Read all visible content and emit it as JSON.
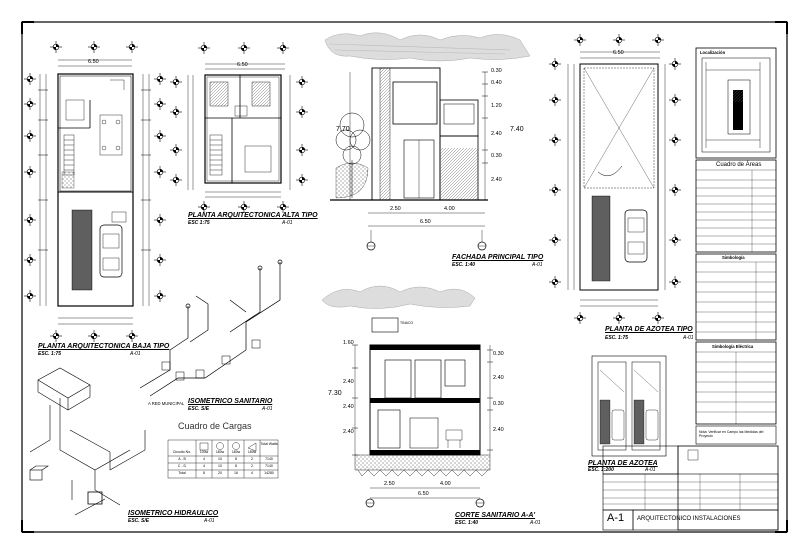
{
  "plans": {
    "ground_floor": {
      "title": "PLANTA ARQUITECTONICA BAJA TIPO",
      "scale": "ESC. 1:75",
      "sheet": "A-01"
    },
    "upper_floor": {
      "title": "PLANTA ARQUITECTONICA ALTA TIPO",
      "scale": "ESC 1:75",
      "sheet": "A-01"
    },
    "facade": {
      "title": "FACHADA PRINCIPAL TIPO",
      "scale": "ESC. 1:40",
      "sheet": "A-01"
    },
    "roof_plan": {
      "title": "PLANTA DE AZOTEA TIPO",
      "scale": "ESC. 1:75",
      "sheet": "A-01"
    },
    "roof_small": {
      "title": "PLANTA DE AZOTEA",
      "scale": "ESC. 1:200",
      "sheet": "A-01"
    },
    "sanitary_iso": {
      "title": "ISOMETRICO SANITARIO",
      "scale": "ESC. S/E",
      "sheet": "A-01"
    },
    "hydraulic_iso": {
      "title": "ISOMETRICO HIDRAULICO",
      "scale": "ESC. S/E",
      "sheet": "A-01"
    },
    "section": {
      "title": "CORTE SANITARIO A-A'",
      "scale": "ESC. 1:40",
      "sheet": "A-01"
    }
  },
  "dimensions": {
    "plan_width": "6.50",
    "facade_heights": [
      "0.30",
      "0.40",
      "1.20",
      "2.40",
      "0.30",
      "2.40"
    ],
    "facade_total": "7.40",
    "facade_total_left": "7.70",
    "facade_widths": [
      "2.50",
      "4.00"
    ],
    "facade_overall": "6.50",
    "section_heights_left": [
      "1.60",
      "2.40",
      "2.40",
      "2.40"
    ],
    "section_heights_right": [
      "0.30",
      "2.40",
      "0.30",
      "2.40"
    ],
    "section_total": "7.30",
    "section_widths": [
      "2.50",
      "4.00"
    ],
    "section_overall": "6.50",
    "section_label_tinaco": "TINACO"
  },
  "sewer_label": "A RED MUNICIPAL",
  "cuadro_cargas": {
    "title": "Cuadro de Cargas",
    "headers": [
      "Circuito No.",
      "100w",
      "180w",
      "180w",
      "180w",
      "Total Watts"
    ],
    "rows": [
      [
        "A - B",
        "4",
        "10",
        "8",
        "2",
        "7140"
      ],
      [
        "C - D",
        "4",
        "10",
        "8",
        "2",
        "7140"
      ],
      [
        "Total",
        "8",
        "20",
        "16",
        "4",
        "14280"
      ]
    ]
  },
  "panels": {
    "localizacion": "Localización",
    "cuadro_areas": "Cuadro de Áreas",
    "simbologia": "Simbología",
    "simbologia_electrica": "Simbología Eléctrica",
    "note": "Nota: Verificar en Campo las Medidas del Proyecto"
  },
  "title_block": {
    "sheet_id": "A-1",
    "sheet_name": "ARQUITECTONICO INSTALACIONES"
  }
}
